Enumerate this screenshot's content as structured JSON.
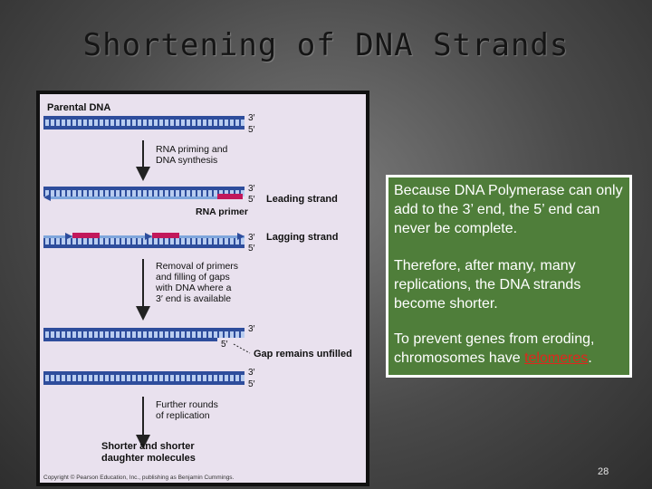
{
  "slide": {
    "title": "Shortening of DNA Strands",
    "page_number": "28"
  },
  "figure": {
    "labels": {
      "parental_dna": "Parental DNA",
      "end_3": "3′",
      "end_5": "5′",
      "rna_priming": "RNA priming and",
      "dna_synthesis": "DNA synthesis",
      "leading_strand": "Leading strand",
      "rna_primer": "RNA primer",
      "lagging_strand": "Lagging strand",
      "removal_line1": "Removal of primers",
      "removal_line2": "and filling of gaps",
      "removal_line3": "with DNA where a",
      "removal_line4": "3′ end is available",
      "gap_remains": "Gap remains unfilled",
      "further_line1": "Further rounds",
      "further_line2": "of replication",
      "shorter_line1": "Shorter and shorter",
      "shorter_line2": "daughter molecules",
      "copyright": "Copyright © Pearson Education, Inc., publishing as Benjamin Cummings."
    },
    "colors": {
      "background": "#e9e1ee",
      "strand_dark": "#2e4d9c",
      "strand_light": "#7fa6dc",
      "primer": "#c2185b"
    }
  },
  "callout": {
    "paragraph1": "Because DNA Polymerase can only add to the 3’ end, the 5’ end can never be complete.",
    "paragraph2": "Therefore, after many, many replications, the DNA strands become shorter.",
    "paragraph3_prefix": "To prevent genes from eroding, chromosomes have ",
    "paragraph3_link": "telomeres",
    "paragraph3_suffix": "."
  }
}
